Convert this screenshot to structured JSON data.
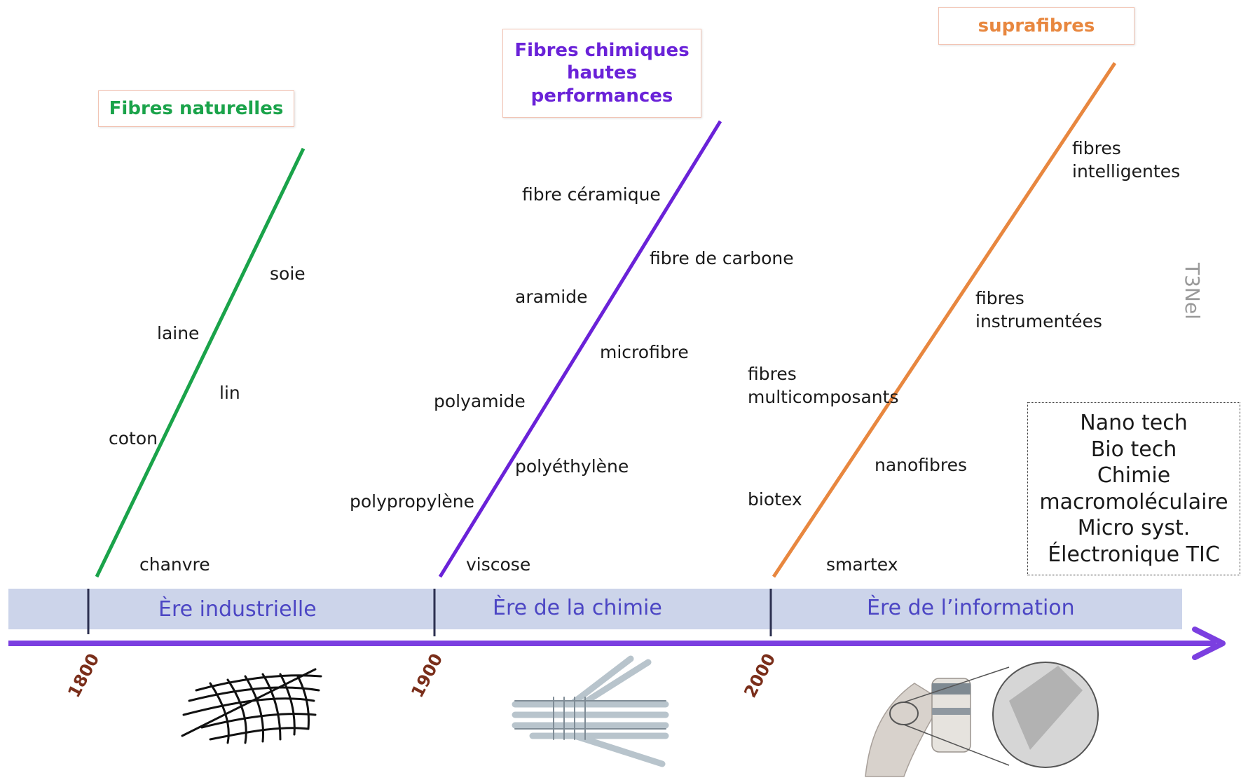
{
  "boxes": {
    "natural": "Fibres naturelles",
    "chemical": [
      "Fibres chimiques",
      "hautes",
      "performances"
    ],
    "supra": "suprafibres"
  },
  "colors": {
    "natural": "#1aa34a",
    "chemical": "#6a22d8",
    "supra": "#e8873f",
    "era_band": "#ccd4ea",
    "arrow": "#7b3fe0"
  },
  "natural_fibres": [
    "soie",
    "laine",
    "lin",
    "coton",
    "chanvre"
  ],
  "chemical_fibres": [
    "fibre céramique",
    "fibre de carbone",
    "aramide",
    "microfibre",
    "polyamide",
    "polyéthylène",
    "polypropylène",
    "viscose"
  ],
  "info_fibres": {
    "intelligent": [
      "fibres",
      "intelligentes"
    ],
    "instrumented": [
      "fibres",
      "instrumentées"
    ],
    "multicomponent": [
      "fibres",
      "multicomposants"
    ],
    "nanofibres": "nanofibres",
    "biotex": "biotex",
    "smartex": "smartex"
  },
  "eras": [
    "Ère industrielle",
    "Ère de la chimie",
    "Ère de l’information"
  ],
  "years": [
    "1800",
    "1900",
    "2000"
  ],
  "tech_box": [
    "Nano tech",
    "Bio tech",
    "Chimie",
    "macromoléculaire",
    "Micro syst.",
    "Électronique  TIC"
  ],
  "watermark": "T3Nel",
  "icons": [
    "woven-mesh-icon",
    "fibre-bundle-icon",
    "textile-roll-icon"
  ]
}
